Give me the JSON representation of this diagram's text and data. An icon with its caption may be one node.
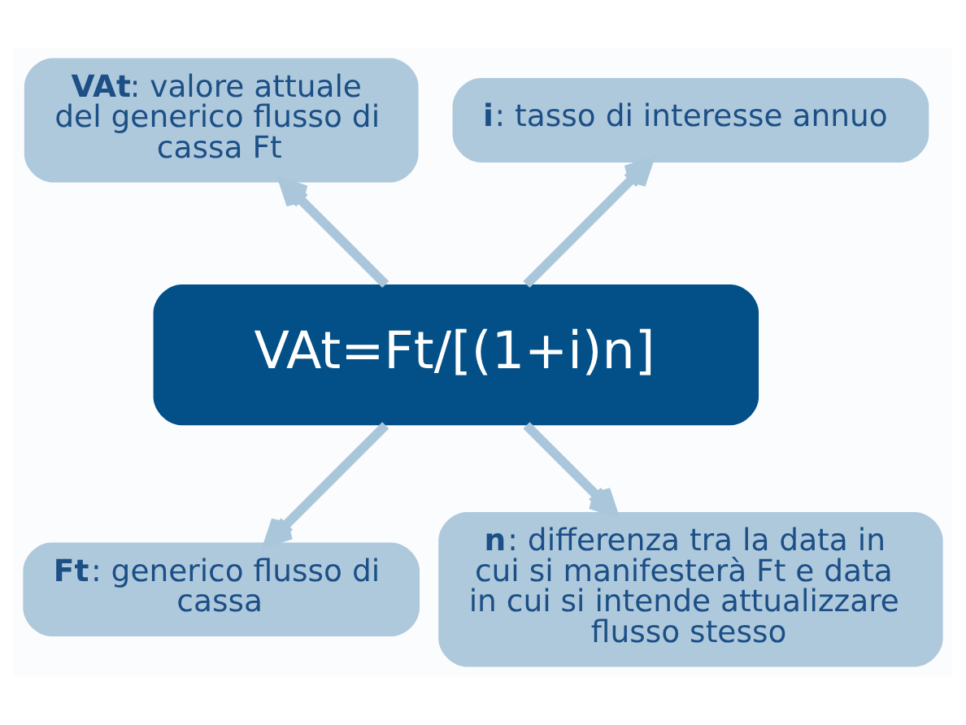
{
  "diagram": {
    "nodes": [
      {
        "text": [
          "**VAt**: valore attuale del generico flusso di cassa Ft"
        ]
      },
      {
        "text": [
          "**i**: tasso di interesse annuo"
        ]
      },
      {
        "text": [
          "VAt=Ft/[(1+i)n]"
        ]
      },
      {
        "text": [
          "**Ft**: generico flusso di cassa"
        ]
      },
      {
        "text": [
          "**n**: differenza tra la data in cui si manifesterà Ft e data in cui si intende attualizzare flusso stesso"
        ]
      }
    ],
    "edges": [
      {
        "from": 2,
        "to": 0,
        "arrow": "to"
      },
      {
        "from": 2,
        "to": 1,
        "arrow": "to"
      },
      {
        "from": 2,
        "to": 3,
        "arrow": "to"
      },
      {
        "from": 2,
        "to": 4,
        "arrow": "to"
      }
    ]
  }
}
